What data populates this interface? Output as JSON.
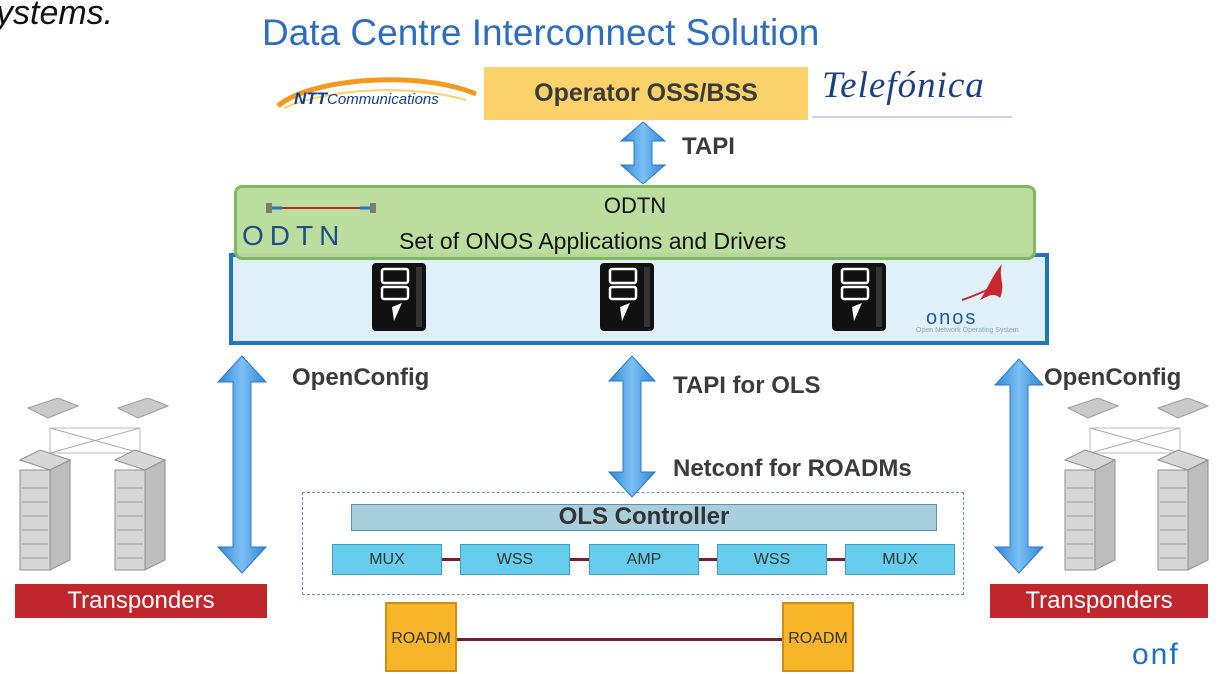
{
  "slide": {
    "top_fragment": "ystems.",
    "title": "Data Centre Interconnect Solution"
  },
  "operators": {
    "ntt_bold": "NTT",
    "ntt_rest": "Communications",
    "oss_label": "Operator OSS/BSS",
    "telefonica": "Telefónica"
  },
  "interfaces": {
    "north": "TAPI",
    "left": "OpenConfig",
    "right": "OpenConfig",
    "center_top": "TAPI for OLS",
    "center_bottom": "Netconf for ROADMs"
  },
  "odtn": {
    "title": "ODTN",
    "subtitle": "Set of ONOS Applications and Drivers",
    "logo_text": "ODTN"
  },
  "onos": {
    "logo_text": "onos",
    "logo_sub": "Open Network Operating System"
  },
  "ols": {
    "controller_label": "OLS Controller",
    "chain": [
      "MUX",
      "WSS",
      "AMP",
      "WSS",
      "MUX"
    ],
    "roadm_left": "ROADM",
    "roadm_right": "ROADM"
  },
  "transponders": {
    "left": "Transponders",
    "right": "Transponders"
  },
  "footer_logo": "onf",
  "colors": {
    "title_blue": "#2e6cc0",
    "arrow_blue": "#4a9de3",
    "oss_yellow": "#fbd169",
    "odtn_green": "#b9dc9a",
    "onos_border": "#1f73c8",
    "transponder_red": "#c0272d",
    "ols_cyan": "#67cdec",
    "roadm_orange": "#f7b52a",
    "link_red": "#7a1e26"
  }
}
